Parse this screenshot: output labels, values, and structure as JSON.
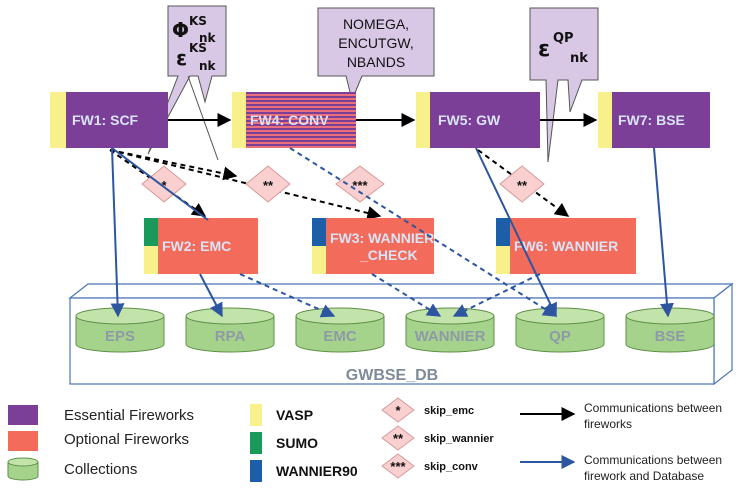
{
  "fireworks": {
    "fw1": "FW1: SCF",
    "fw2": "FW2: EMC",
    "fw3_line1": "FW3: WANNIER",
    "fw3_line2": "_CHECK",
    "fw4": "FW4: CONV",
    "fw5": "FW5: GW",
    "fw6": "FW6: WANNIER",
    "fw7": "FW7: BSE"
  },
  "callouts": {
    "ks_phi": "Φ",
    "ks_eps": "ε",
    "ks_sup": "KS",
    "ks_sub": "nk",
    "conv_line1": "NOMEGA,",
    "conv_line2": "ENCUTGW,",
    "conv_line3": "NBANDS",
    "qp_eps": "ε",
    "qp_sup": "QP",
    "qp_sub": "nk"
  },
  "skips": {
    "s1": "*",
    "s2": "**",
    "s3": "***",
    "s4": "**"
  },
  "collections": [
    "EPS",
    "RPA",
    "EMC",
    "WANNIER",
    "QP",
    "BSE"
  ],
  "database": "GWBSE_DB",
  "legend": {
    "essential": "Essential Fireworks",
    "optional": "Optional Fireworks",
    "collections": "Collections",
    "vasp": "VASP",
    "sumo": "SUMO",
    "wannier90": "WANNIER90",
    "skip1_symbol": "*",
    "skip1": "skip_emc",
    "skip2_symbol": "**",
    "skip2": "skip_wannier",
    "skip3_symbol": "***",
    "skip3": "skip_conv",
    "comm_fw_line1": "Communications between",
    "comm_fw_line2": "fireworks",
    "comm_db_line1": "Communications between",
    "comm_db_line2": "firework and Database"
  },
  "colors": {
    "essential": "#7b3f98",
    "optional": "#f26b5b",
    "collection": "#a6d38b",
    "vasp": "#f7f08b",
    "sumo": "#1a9a5a",
    "wannier90": "#1d5ea8",
    "callout": "#d9c7e6",
    "skip": "#f9cfcf",
    "db_line": "#2d55a0"
  }
}
